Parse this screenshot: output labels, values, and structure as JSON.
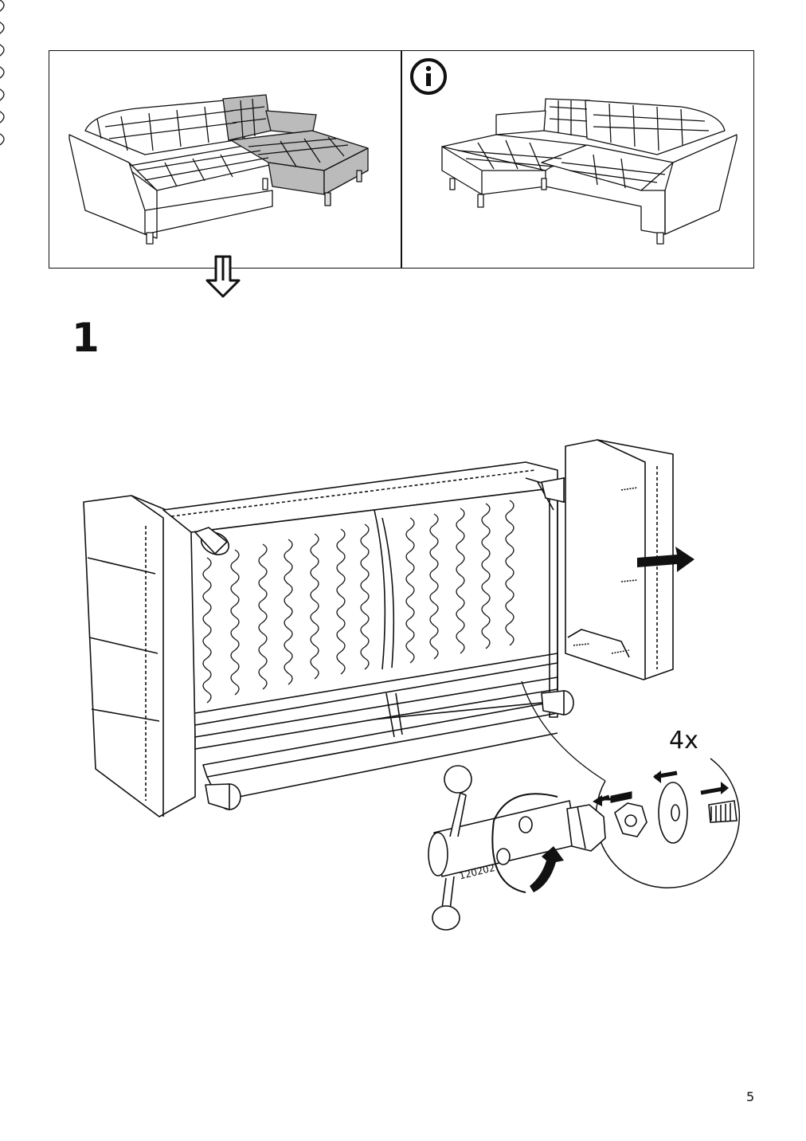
{
  "step": {
    "number": "1"
  },
  "detail": {
    "count_label": "4x",
    "tool_code": "120202"
  },
  "footer": {
    "page_number": "5"
  },
  "icons": {
    "info": "info-icon",
    "flow": "down-arrow-icon",
    "pull": "pull-arrow-icon",
    "rotate": "rotate-arrow-icon"
  }
}
